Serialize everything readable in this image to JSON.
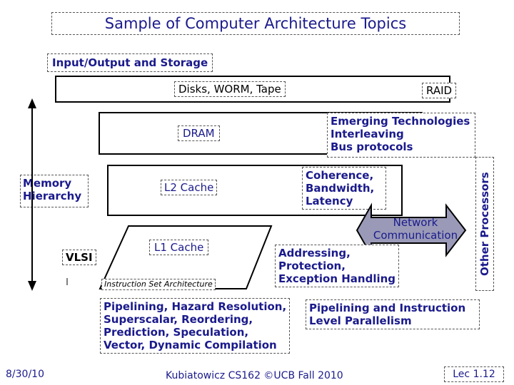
{
  "slide_title": "Sample of Computer Architecture Topics",
  "section_label": "Input/Output and Storage",
  "storage_label": "Disks, WORM, Tape",
  "raid_label": "RAID",
  "dram_label": "DRAM",
  "emerging": [
    "Emerging Technologies",
    "Interleaving",
    "Bus protocols"
  ],
  "memory_hierarchy": [
    "Memory",
    "Hierarchy"
  ],
  "l2_label": "L2 Cache",
  "coherence": [
    "Coherence,",
    "Bandwidth,",
    "Latency"
  ],
  "network": [
    "Network",
    "Communication"
  ],
  "other_processors": "Other Processors",
  "vlsi_label": "VLSI",
  "l1_label": "L1 Cache",
  "isa_label": "Instruction Set Architecture",
  "addressing": [
    "Addressing,",
    "Protection,",
    "Exception Handling"
  ],
  "pipelining": [
    "Pipelining, Hazard Resolution,",
    "Superscalar, Reordering,",
    "Prediction, Speculation,",
    "Vector, Dynamic Compilation"
  ],
  "ilp": [
    "Pipelining and Instruction",
    "Level Parallelism"
  ],
  "footer": {
    "date": "8/30/10",
    "course": "Kubiatowicz CS162 ©UCB Fall 2010",
    "page": "Lec 1.12"
  },
  "colors": {
    "navy": "#1a1a8c",
    "network_fill": "#9a9ab8"
  }
}
